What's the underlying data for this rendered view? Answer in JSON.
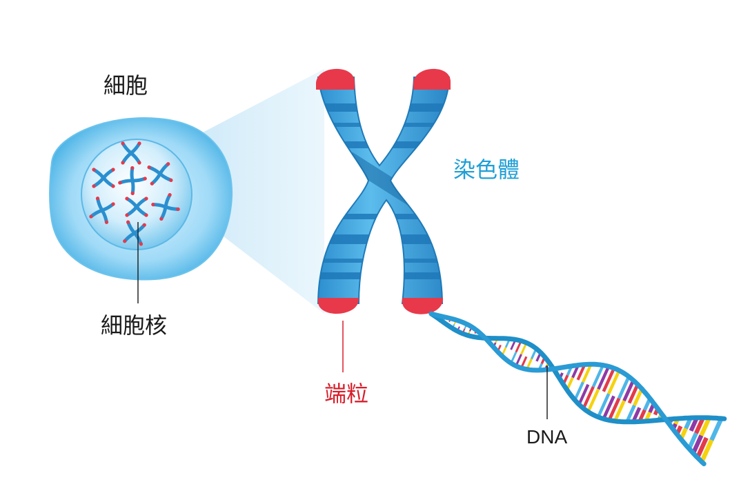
{
  "labels": {
    "cell": "細胞",
    "nucleus": "細胞核",
    "chromosome": "染色體",
    "telomere": "端粒",
    "dna": "DNA"
  },
  "colors": {
    "chromosome_label": "#1f9fd6",
    "telomere_label": "#d81e2a",
    "text": "#1a1a1a",
    "chromosome_body": "#3ea6dc",
    "chromosome_band": "#1e7fbf",
    "telomere_cap": "#e8394a",
    "cell_membrane": "#5bbce8",
    "magnify_cone": "#cfe9f8",
    "dna_backbone": "#1f8fc8",
    "dna_rungs": [
      "#f5d20f",
      "#e23b4b",
      "#8e3aa6",
      "#4fb6e8",
      "#ffffff"
    ]
  },
  "icons": {
    "cell": "cell-icon",
    "chromosome": "chromosome-icon",
    "dna": "dna-helix-icon"
  }
}
